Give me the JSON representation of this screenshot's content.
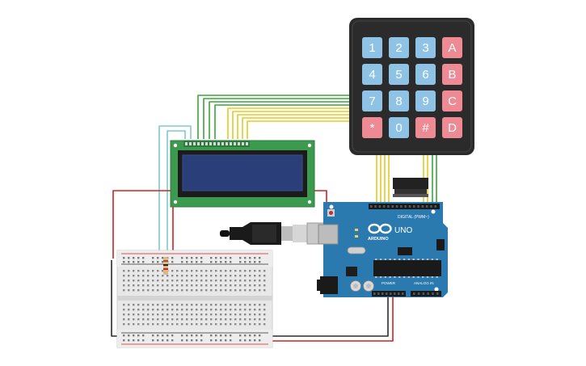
{
  "keypad": {
    "keys": [
      {
        "label": "1",
        "kind": "num"
      },
      {
        "label": "2",
        "kind": "num"
      },
      {
        "label": "3",
        "kind": "num"
      },
      {
        "label": "A",
        "kind": "letter"
      },
      {
        "label": "4",
        "kind": "num"
      },
      {
        "label": "5",
        "kind": "num"
      },
      {
        "label": "6",
        "kind": "num"
      },
      {
        "label": "B",
        "kind": "letter"
      },
      {
        "label": "7",
        "kind": "num"
      },
      {
        "label": "8",
        "kind": "num"
      },
      {
        "label": "9",
        "kind": "num"
      },
      {
        "label": "C",
        "kind": "letter"
      },
      {
        "label": "*",
        "kind": "letter"
      },
      {
        "label": "0",
        "kind": "num"
      },
      {
        "label": "#",
        "kind": "letter"
      },
      {
        "label": "D",
        "kind": "letter"
      }
    ],
    "colors": {
      "body": "#2b2b2b",
      "num": "#8fc3e6",
      "letter": "#ee8a93"
    }
  },
  "arduino": {
    "brand": "ARDUINO",
    "model": "UNO",
    "header_digital": "DIGITAL (PWM~)",
    "header_power": "POWER",
    "header_analog": "ANALOG IN",
    "color": "#2a7ab0"
  },
  "lcd": {
    "color": "#3b9a4e",
    "screen_color": "#2a3f7a"
  },
  "wire_colors": {
    "green": "#3aa63a",
    "yellow": "#e8c820",
    "cyan": "#80c8c8",
    "red": "#d42020",
    "black": "#2b2b2b"
  }
}
